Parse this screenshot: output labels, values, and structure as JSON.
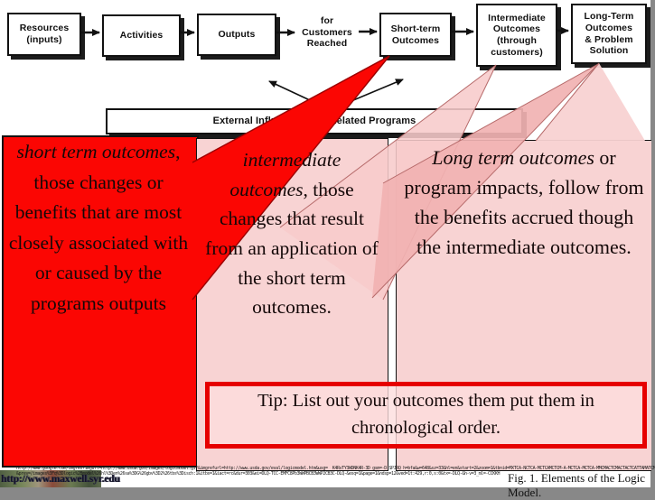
{
  "flowchart": {
    "boxes": [
      {
        "id": "resources",
        "label": "Resources\n(inputs)"
      },
      {
        "id": "activities",
        "label": "Activities"
      },
      {
        "id": "outputs",
        "label": "Outputs"
      },
      {
        "id": "customers",
        "label": "for\nCustomers\nReached"
      },
      {
        "id": "short-term",
        "label": "Short-term\nOutcomes"
      },
      {
        "id": "intermediate",
        "label": "Intermediate\nOutcomes\n(through\ncustomers)"
      },
      {
        "id": "long-term",
        "label": "Long-Term\nOutcomes\n& Problem\nSolution"
      }
    ],
    "external_label": "External Influences and Related Programs"
  },
  "descriptions": {
    "short_term": {
      "lead": "short term outcomes",
      "rest": ", those changes or benefits that are most closely associated with or caused by the programs outputs"
    },
    "intermediate": {
      "lead": "intermediate outcomes",
      "rest": ", those changes that result from an application of the short term outcomes."
    },
    "long_term": {
      "lead": "Long term outcomes",
      "rest": " or program impacts, follow from the benefits accrued though the intermediate outcomes."
    }
  },
  "tip": {
    "text": "Tip: List out your outcomes them put them in chronological order."
  },
  "footer": {
    "url_line_1": "http://www.google.com/imgres?imgurl=http://www.usda.gov/images/logicmodel.gif&imgrefurl=http://www.usda.gov/eval/logicmodel.htm&usg=__K4RvTY3WDNK4R-3D_gsm=-D.SPJRQ_h=bfa&w=648&sz=33&hl=en&start=2&zoom=1&tbnid=MXTCA-NCTCA-MCTCAMCTCM-A-MCTCA-MCTCA-MMCMACTCMACTACTCATTAMATCM",
    "url_line_2": "&prev=/images%3Fq%3Dlogic%2Bmodel%26hl%3Den%26sa%3DG%26gbv%3D2%26tbs%3Disch:1&itbs=1&iact=rc&dur=303&ei=DLQ-TCC-EMFC8Pb3WWPBCB3WWP2CB3C-DLQ-&esq=1&page=1&ndsp=12&ved=1t:429,r:0,s:0&tx=-DLQ-&h-v=3_ml=-CCKKH",
    "site_url": "http://www.maxwell.syr.edu",
    "caption": "Fig. 1. Elements of the Logic Model."
  },
  "colors": {
    "highlight_red": "#fb0603",
    "panel_pink": "#f8d3d3",
    "wedge_dark_pink": "#f1b2b2",
    "tip_border_red": "#e60000",
    "box_border": "#111111"
  }
}
